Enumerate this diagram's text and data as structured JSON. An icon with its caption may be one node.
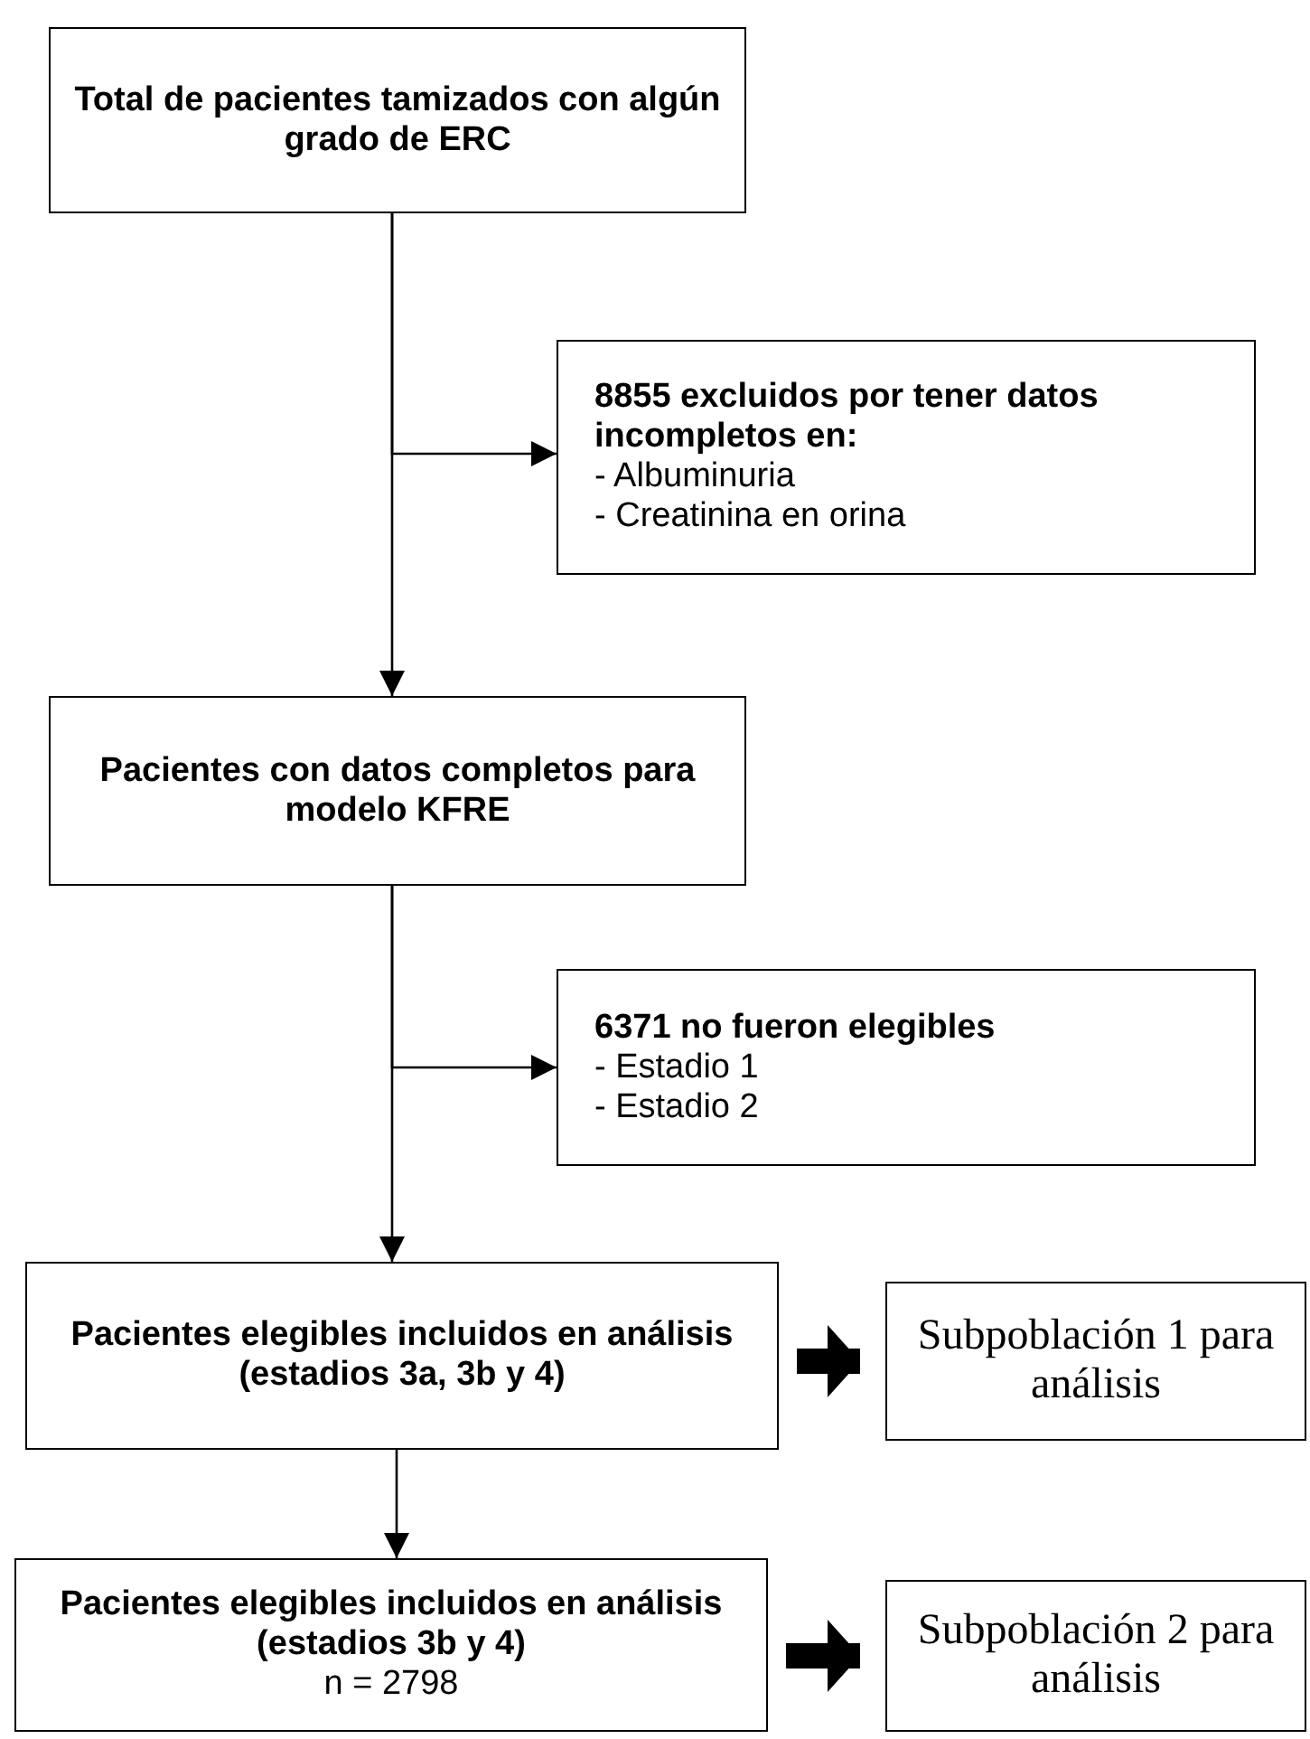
{
  "diagram": {
    "nodes": [
      {
        "text": [
          "Total de pacientes tamizados con algún grado de ERC"
        ]
      },
      {
        "text": [
          "8855 excluidos por tener datos incompletos en:",
          "- Albuminuria",
          "- Creatinina en orina"
        ]
      },
      {
        "text": [
          "Pacientes con datos completos para modelo KFRE"
        ]
      },
      {
        "text": [
          "6371 no fueron elegibles",
          "- Estadio 1",
          "- Estadio 2"
        ]
      },
      {
        "text": [
          "Pacientes elegibles incluidos en análisis (estadios 3a, 3b y 4)"
        ]
      },
      {
        "text": [
          "Subpoblación 1 para análisis"
        ]
      },
      {
        "text": [
          "Pacientes elegibles incluidos en análisis (estadios 3b y 4)",
          "n = 2798"
        ]
      },
      {
        "text": [
          "Subpoblación 2 para análisis"
        ]
      }
    ],
    "edges": [
      {
        "from": 0,
        "to": 2,
        "arrow": "to"
      },
      {
        "from": 0,
        "to": 1,
        "arrow": "to"
      },
      {
        "from": 2,
        "to": 4,
        "arrow": "to"
      },
      {
        "from": 2,
        "to": 3,
        "arrow": "to"
      },
      {
        "from": 4,
        "to": 6,
        "arrow": "to"
      },
      {
        "from": 4,
        "to": 5,
        "arrow": "to",
        "style": "thick"
      },
      {
        "from": 6,
        "to": 7,
        "arrow": "to",
        "style": "thick"
      }
    ]
  }
}
